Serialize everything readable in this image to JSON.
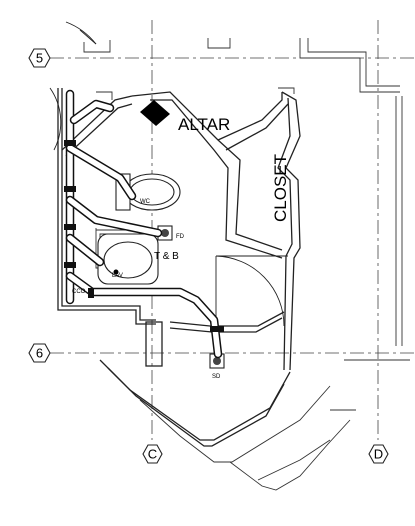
{
  "rooms": {
    "altar": "ALTAR",
    "closet": "CLOSET",
    "bath": "T & B"
  },
  "fixtures": {
    "wc": "WC",
    "fd": "FD",
    "lav": "LAV",
    "cco": "CCO",
    "sd": "SD"
  },
  "grid_markers": {
    "row_top": "5",
    "row_mid": "6",
    "col_left": "C",
    "col_right": "D"
  }
}
